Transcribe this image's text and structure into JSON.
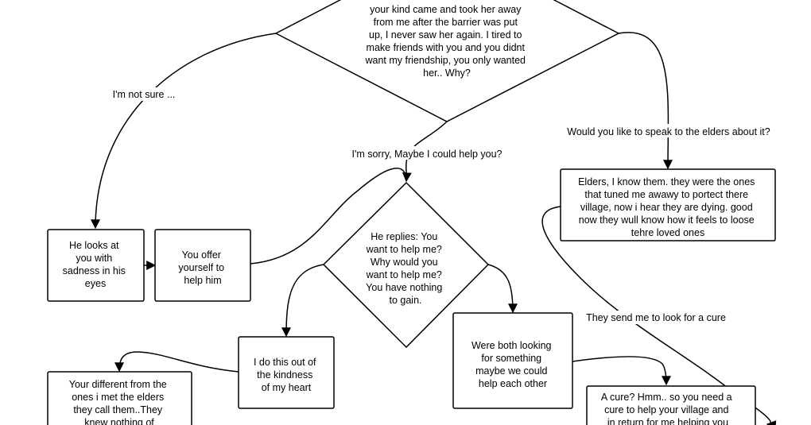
{
  "nodes": {
    "top_diamond": {
      "lines": [
        "your kind came and took her away",
        "from me after the barrier was put",
        "up, I never saw her again. I tired to",
        "make friends with you and you didnt",
        "want my friendship, you only wanted",
        "her..  Why?"
      ]
    },
    "looks_box": {
      "lines": [
        "He looks at",
        "you with",
        "sadness in his",
        "eyes"
      ]
    },
    "offer_box": {
      "lines": [
        "You offer",
        "yourself to",
        "help him"
      ]
    },
    "replies_diamond": {
      "lines": [
        "He replies: You",
        "want to help me?",
        "Why would you",
        "want to help me?",
        "You have nothing",
        "to gain."
      ]
    },
    "elders_box": {
      "lines": [
        "Elders, I know them. they were the ones",
        "that tuned me awawy to portect there",
        "village, now i hear they are dying. good",
        "now they wull know how it feels to loose",
        "tehre loved ones"
      ]
    },
    "kindness_box": {
      "lines": [
        "I do this out of",
        "the kindness",
        "of my heart"
      ]
    },
    "looking_box": {
      "lines": [
        "Were both looking",
        "for something",
        "maybe we could",
        "help each other"
      ]
    },
    "different_box": {
      "lines": [
        "Your different from the",
        "ones i met the elders",
        "they call them..They",
        "knew nothing of"
      ]
    },
    "cure_box": {
      "lines": [
        "A cure? Hmm.. so you need a",
        "cure to help your village and",
        "in return for me helping you"
      ]
    }
  },
  "edge_labels": {
    "not_sure": "I'm not sure ...",
    "sorry": "I'm sorry, Maybe I could help you?",
    "speak_elders": "Would you like to speak to the elders about it?",
    "send_cure": "They send me to look for a cure"
  }
}
